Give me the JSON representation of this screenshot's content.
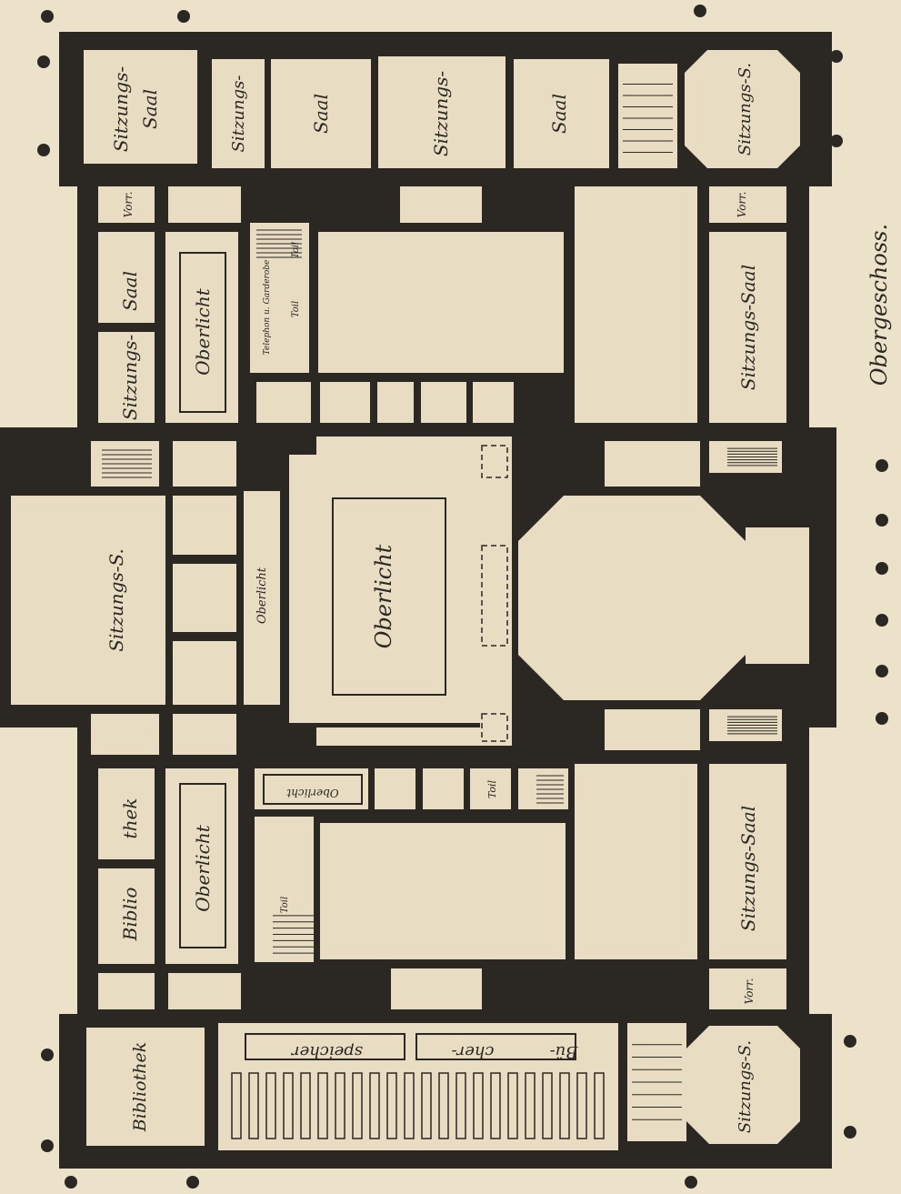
{
  "plan": {
    "caption": "Obergeschoss.",
    "rooms": {
      "sitzungs_saal_tl_1": "Sitzungs-",
      "sitzungs_saal_tl_2": "Saal",
      "sitzungs_col2": "Sitzungs-",
      "saal_col3": "Saal",
      "sitzungs_col4": "Sitzungs-",
      "saal_col5": "Saal",
      "sitzungs_s_tr": "Sitzungs-S.",
      "vorr_left_top": "Vorr.",
      "vorr_right_top": "Vorr.",
      "saal_left": "Saal",
      "sitzungs_left": "Sitzungs-",
      "oberlicht_top": "Oberlicht",
      "telephon": "Telephon u. Garderobe",
      "toil_1": "Toil",
      "toil_2": "Toil",
      "sitzungs_saal_right_top": "Sitzungs-Saal",
      "sitzungs_s_left_big": "Sitzungs-S.",
      "oberlicht_small": "Oberlicht",
      "oberlicht_center": "Oberlicht",
      "oberlicht_box": "Oberlicht",
      "toil_3": "Toil",
      "biblio": "Biblio",
      "thek": "thek",
      "oberlicht_bottom": "Oberlicht",
      "toil_4": "Toil",
      "sitzungs_saal_right_bottom": "Sitzungs-Saal",
      "vorr_bottom": "Vorr.",
      "bibliothek": "Bibliothek",
      "bucherspeicher_1": "Bü-",
      "bucherspeicher_2": "cher-",
      "bucherspeicher_3": "speicher",
      "sitzungs_s_br": "Sitzungs-S."
    }
  }
}
